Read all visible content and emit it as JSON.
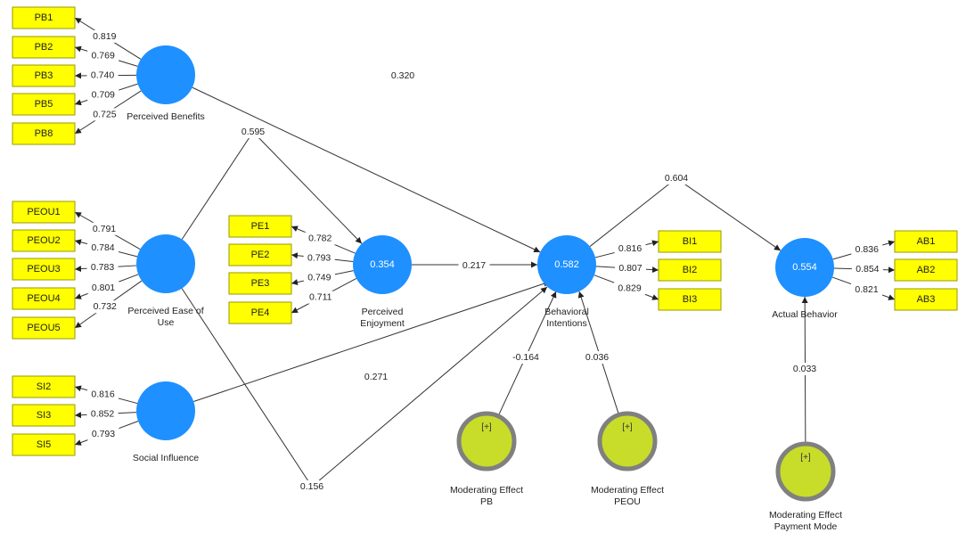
{
  "indicators": {
    "PB1": "PB1",
    "PB2": "PB2",
    "PB3": "PB3",
    "PB5": "PB5",
    "PB8": "PB8",
    "PEOU1": "PEOU1",
    "PEOU2": "PEOU2",
    "PEOU3": "PEOU3",
    "PEOU4": "PEOU4",
    "PEOU5": "PEOU5",
    "SI2": "SI2",
    "SI3": "SI3",
    "SI5": "SI5",
    "PE1": "PE1",
    "PE2": "PE2",
    "PE3": "PE3",
    "PE4": "PE4",
    "BI1": "BI1",
    "BI2": "BI2",
    "BI3": "BI3",
    "AB1": "AB1",
    "AB2": "AB2",
    "AB3": "AB3"
  },
  "constructs": {
    "PB": {
      "label": [
        "Perceived Benefits"
      ],
      "value": ""
    },
    "PEOU": {
      "label": [
        "Perceived Ease of",
        "Use"
      ],
      "value": ""
    },
    "SI": {
      "label": [
        "Social Influence"
      ],
      "value": ""
    },
    "PE": {
      "label": [
        "Perceived",
        "Enjoyment"
      ],
      "value": "0.354"
    },
    "BI": {
      "label": [
        "Behavioral",
        "Intentions"
      ],
      "value": "0.582"
    },
    "AB": {
      "label": [
        "Actual Behavior"
      ],
      "value": "0.554"
    },
    "ME_PB": {
      "label": [
        "Moderating Effect",
        "PB"
      ],
      "mark": "[+]"
    },
    "ME_PEOU": {
      "label": [
        "Moderating Effect",
        "PEOU"
      ],
      "mark": "[+]"
    },
    "ME_PM": {
      "label": [
        "Moderating Effect",
        "Payment Mode"
      ],
      "mark": "[+]"
    }
  },
  "loadings": {
    "PB": [
      "0.819",
      "0.769",
      "0.740",
      "0.709",
      "0.725"
    ],
    "PEOU": [
      "0.791",
      "0.784",
      "0.783",
      "0.801",
      "0.732"
    ],
    "SI": [
      "0.816",
      "0.852",
      "0.793"
    ],
    "PE": [
      "0.782",
      "0.793",
      "0.749",
      "0.711"
    ],
    "BI": [
      "0.816",
      "0.807",
      "0.829"
    ],
    "AB": [
      "0.836",
      "0.854",
      "0.821"
    ]
  },
  "paths": {
    "PB_BI": "0.320",
    "PEOU_PE": "0.595",
    "PE_BI": "0.217",
    "SI_BI": "0.271",
    "PEOU_BI": "0.156",
    "BI_AB": "0.604",
    "MEPB_BI": "-0.164",
    "MEPEOU_BI": "0.036",
    "MEPM_AB": "0.033"
  },
  "colors": {
    "latent": "#1e90ff",
    "moderator": "#c8dc2a",
    "indicator": "#ffff00"
  }
}
